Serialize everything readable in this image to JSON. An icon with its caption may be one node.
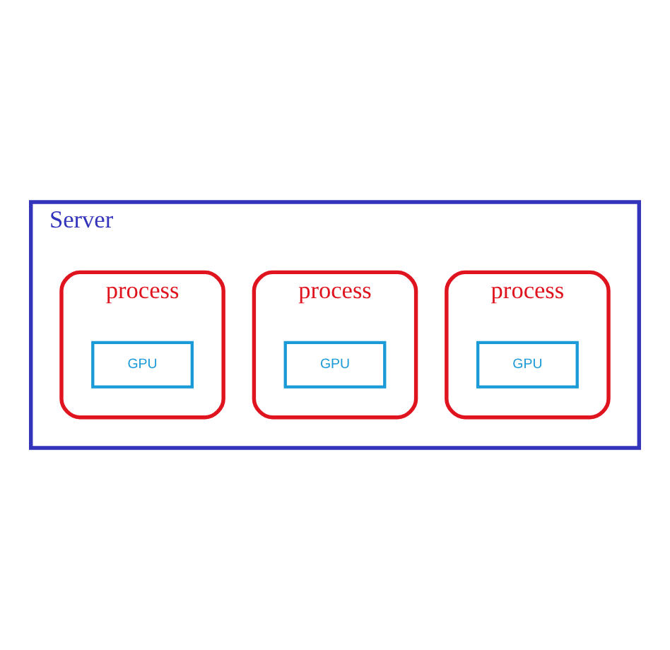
{
  "diagram": {
    "nodes": [
      {
        "text": [
          "Server"
        ]
      },
      {
        "text": [
          "process"
        ],
        "in": 0
      },
      {
        "text": [
          "GPU"
        ],
        "in": 1
      },
      {
        "text": [
          "process"
        ],
        "in": 0
      },
      {
        "text": [
          "GPU"
        ],
        "in": 3
      },
      {
        "text": [
          "process"
        ],
        "in": 0
      },
      {
        "text": [
          "GPU"
        ],
        "in": 5
      }
    ],
    "edges": []
  }
}
